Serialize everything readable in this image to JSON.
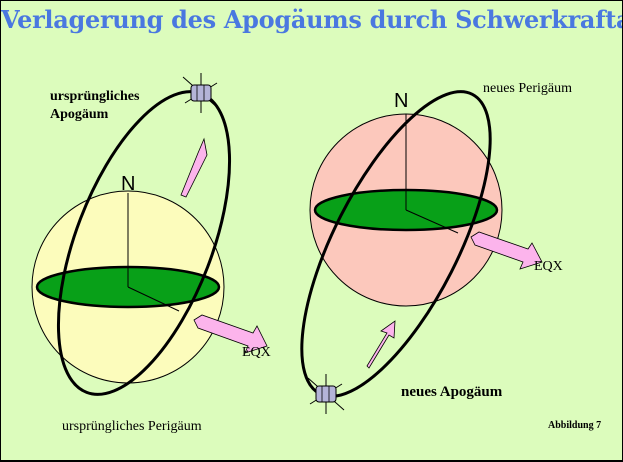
{
  "title": "Verlagerung des Apogäums durch Schwerkraftanomalien",
  "left_globe": {
    "north_label": "N",
    "apogee_label_line1": "ursprüngliches",
    "apogee_label_line2": "Apogäum",
    "perigee_label": "ursprüngliches Perigäum",
    "eqx_label": "EQX"
  },
  "right_globe": {
    "north_label": "N",
    "perigee_label": "neues Perigäum",
    "apogee_label": "neues Apogäum",
    "eqx_label": "EQX"
  },
  "figure_number": "Abbildung 7",
  "colors": {
    "background": "#dcfcbc",
    "title": "#4a78e0",
    "left_globe": "#fcfcbc",
    "right_globe": "#fcc8bc",
    "equator": "#08a018",
    "arrow": "#fcb4ec"
  }
}
